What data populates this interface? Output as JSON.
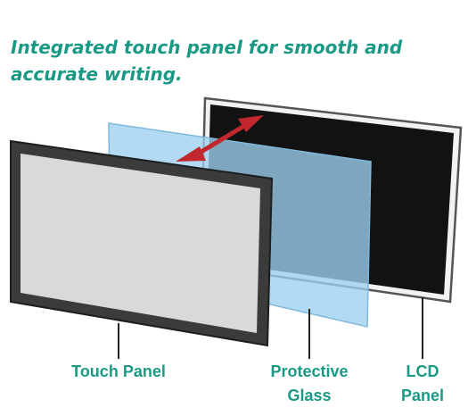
{
  "headline": {
    "line1": "Integrated touch panel for smooth and",
    "line2": "accurate writing."
  },
  "labels": {
    "touch_panel": "Touch Panel",
    "protective_glass_line1": "Protective",
    "protective_glass_line2": "Glass",
    "lcd_panel_line1": "LCD",
    "lcd_panel_line2": "Panel"
  },
  "colors": {
    "accent": "#1a9a86",
    "arrow": "#c1272d",
    "glass": "#9ccfee",
    "lcd_screen": "#121212",
    "touch_screen": "#d9d9d9"
  },
  "icons": {
    "arrow": "double-headed-arrow-icon"
  }
}
